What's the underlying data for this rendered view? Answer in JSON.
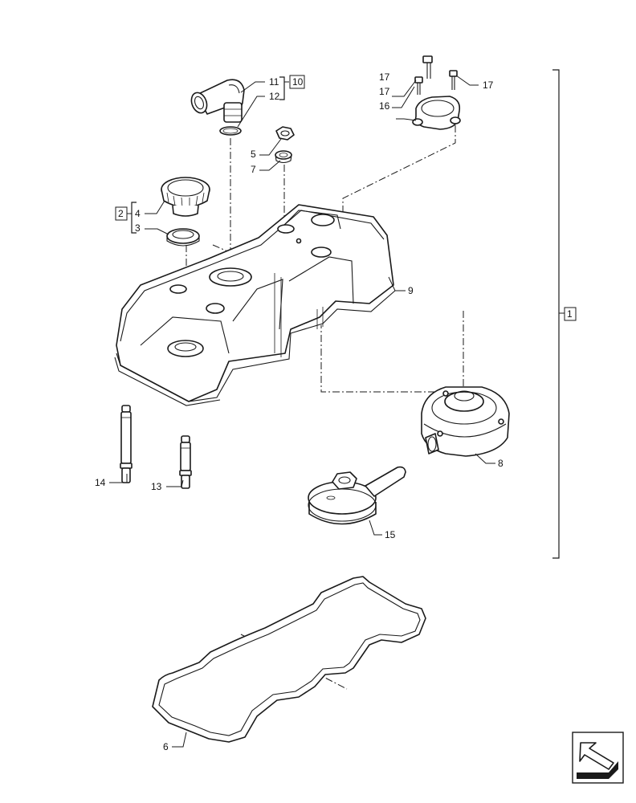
{
  "callouts": {
    "c1": "1",
    "c2": "2",
    "c3": "3",
    "c4": "4",
    "c5": "5",
    "c6": "6",
    "c7": "7",
    "c8": "8",
    "c9": "9",
    "c10": "10",
    "c11": "11",
    "c12": "12",
    "c13": "13",
    "c14": "14",
    "c15": "15",
    "c16": "16",
    "c17a": "17",
    "c17b": "17",
    "c17c": "17"
  },
  "icons": {
    "nav": "arrow-next-page-icon"
  },
  "colors": {
    "line": "#1a1a1a",
    "background": "#ffffff"
  }
}
